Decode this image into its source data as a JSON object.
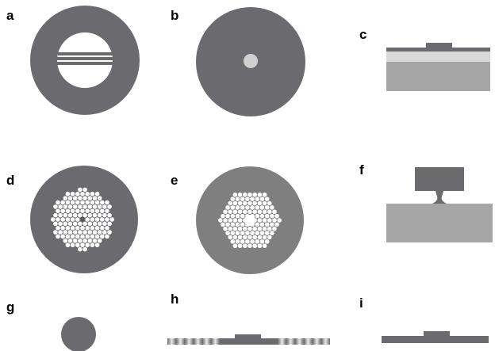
{
  "panels": [
    {
      "letter": "a"
    },
    {
      "letter": "b"
    },
    {
      "letter": "c"
    },
    {
      "letter": "d"
    },
    {
      "letter": "e"
    },
    {
      "letter": "f"
    },
    {
      "letter": "g"
    },
    {
      "letter": "h"
    },
    {
      "letter": "i"
    }
  ],
  "colors": {
    "dark_gray": "#6b6b6f",
    "medium_gray": "#7f7f7f",
    "light_gray": "#a6a6a6",
    "pale_gray": "#d9d9d9",
    "white": "#ffffff"
  }
}
